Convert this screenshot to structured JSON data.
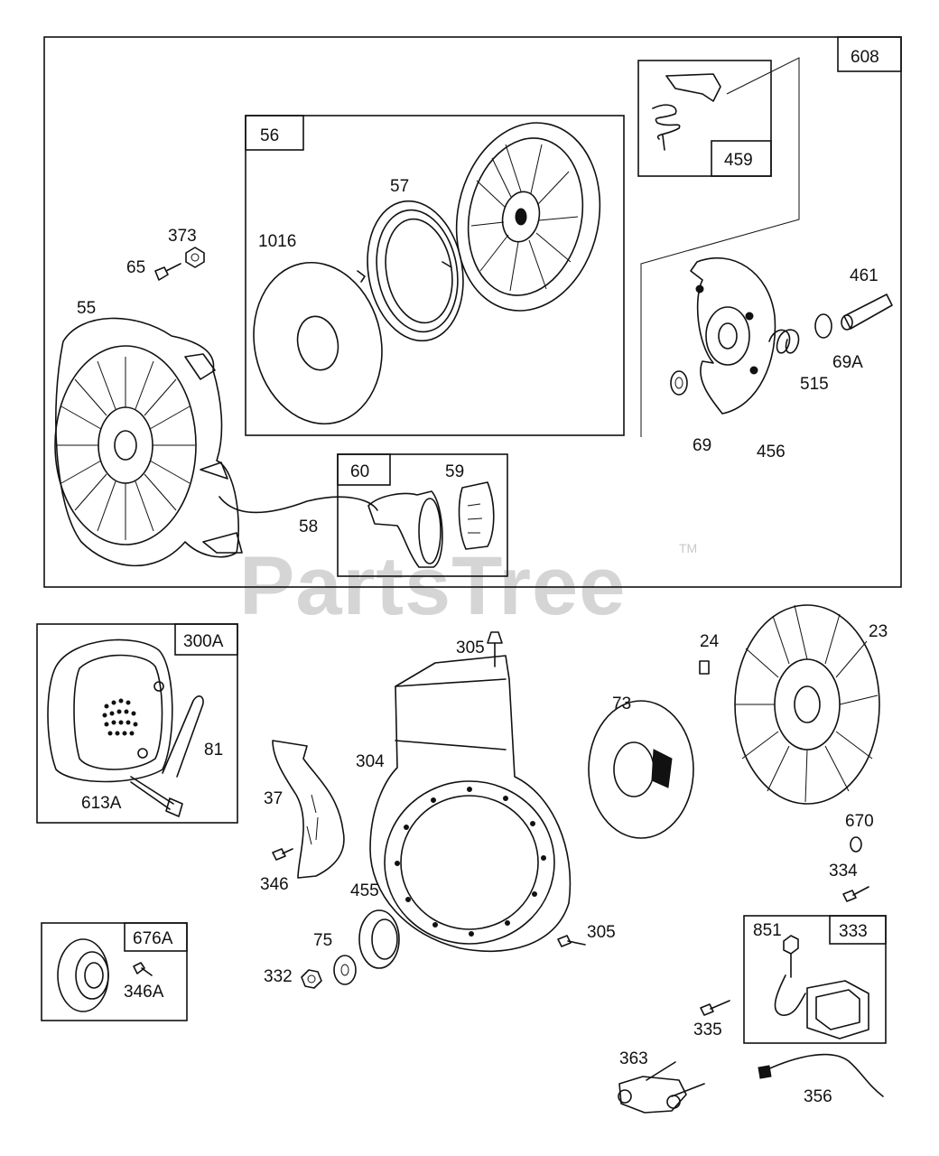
{
  "watermark": {
    "text": "PartsTree",
    "trademark": "TM"
  },
  "groups": [
    {
      "id": "608"
    },
    {
      "id": "56"
    },
    {
      "id": "459"
    },
    {
      "id": "60"
    },
    {
      "id": "300A"
    },
    {
      "id": "676A"
    },
    {
      "id": "333"
    }
  ],
  "callouts": [
    "373",
    "65",
    "55",
    "1016",
    "57",
    "461",
    "69A",
    "515",
    "69",
    "456",
    "58",
    "59",
    "305",
    "24",
    "23",
    "73",
    "81",
    "304",
    "613A",
    "37",
    "670",
    "334",
    "346",
    "455",
    "305",
    "75",
    "332",
    "346A",
    "851",
    "335",
    "363",
    "356"
  ]
}
